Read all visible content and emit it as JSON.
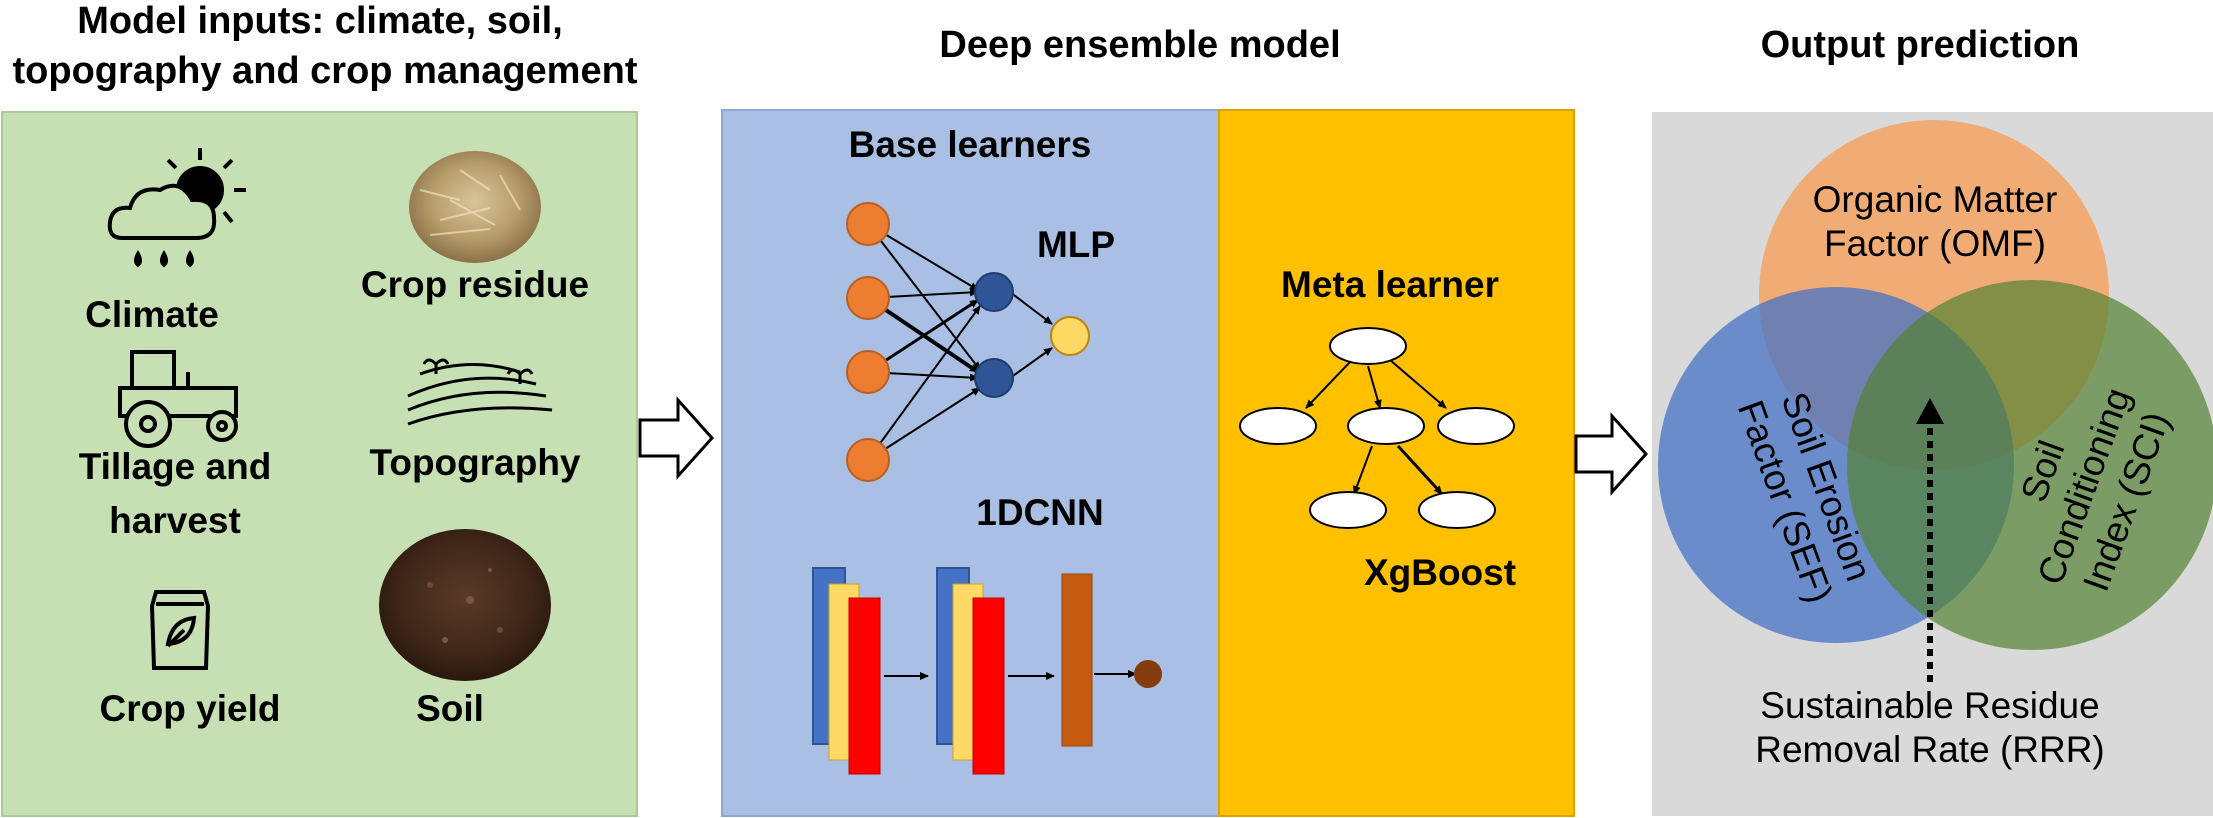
{
  "inputs": {
    "title": "Model inputs: climate, soil, topography and crop management",
    "title_line1": "Model inputs: climate, soil,",
    "title_line2": "topography and crop management",
    "climate": "Climate",
    "crop_residue": "Crop residue",
    "tillage_line1": "Tillage and",
    "tillage_line2": "harvest",
    "topography": "Topography",
    "crop_yield": "Crop yield",
    "soil": "Soil"
  },
  "model": {
    "title": "Deep ensemble model",
    "base_learners": "Base learners",
    "mlp": "MLP",
    "cnn": "1DCNN",
    "meta_learner": "Meta learner",
    "xgboost": "XgBoost"
  },
  "output": {
    "title": "Output prediction",
    "omf_line1": "Organic Matter",
    "omf_line2": "Factor (OMF)",
    "sef_line1": "Soil Erosion",
    "sef_line2": "Factor (SEF)",
    "sci_line1": "Soil",
    "sci_line2": "Conditioning",
    "sci_line3": "Index (SCI)",
    "rrr_line1": "Sustainable Residue",
    "rrr_line2": "Removal Rate (RRR)"
  },
  "colors": {
    "inputs_panel": "#c6e0b4",
    "base_panel": "#a9bfe3",
    "meta_panel": "#ffc000",
    "output_panel": "#d9d9d9",
    "omf_circle": "#f4a261",
    "sef_circle": "#5b7fc9",
    "sci_circle": "#6a9a4a"
  }
}
